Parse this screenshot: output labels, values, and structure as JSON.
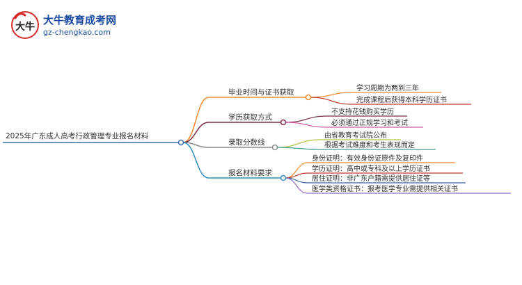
{
  "logo": {
    "title": "大牛教育成考网",
    "url": "gz-chengkao.com",
    "mark_glyph": "大牛"
  },
  "mindmap": {
    "root": "2025年广东成人高考行政管理专业报名材料",
    "branches": [
      {
        "label": "毕业时间与证书获取",
        "color": "#f08a2b",
        "children": [
          {
            "label": "学习周期为两到三年",
            "color": "#f08a2b"
          },
          {
            "label": "完成课程后获得本科学历证书",
            "color": "#c0392b"
          }
        ]
      },
      {
        "label": "学历获取方式",
        "color": "#7a2a4a",
        "children": [
          {
            "label": "不支持花钱购买学历",
            "color": "#7a2a4a"
          },
          {
            "label": "必须通过正规学习和考试",
            "color": "#d45aa5"
          }
        ]
      },
      {
        "label": "录取分数线",
        "color": "#8a8a8a",
        "children": [
          {
            "label": "由省教育考试院公布",
            "color": "#b5c23a"
          },
          {
            "label": "根据考试难度和考生表现而定",
            "color": "#3f9d8f"
          }
        ]
      },
      {
        "label": "报名材料要求",
        "color": "#2b8fc4",
        "children": [
          {
            "label": "身份证明：有效身份证原件及复印件",
            "color": "#f08a2b"
          },
          {
            "label": "学历证明：高中或专科及以上学历证书",
            "color": "#c0392b"
          },
          {
            "label": "居住证明：非广东户籍需提供居住证等",
            "color": "#3b5fa8"
          },
          {
            "label": "医学类资格证书：报考医学专业需提供相关证书",
            "color": "#8e6bbf"
          }
        ]
      }
    ]
  }
}
